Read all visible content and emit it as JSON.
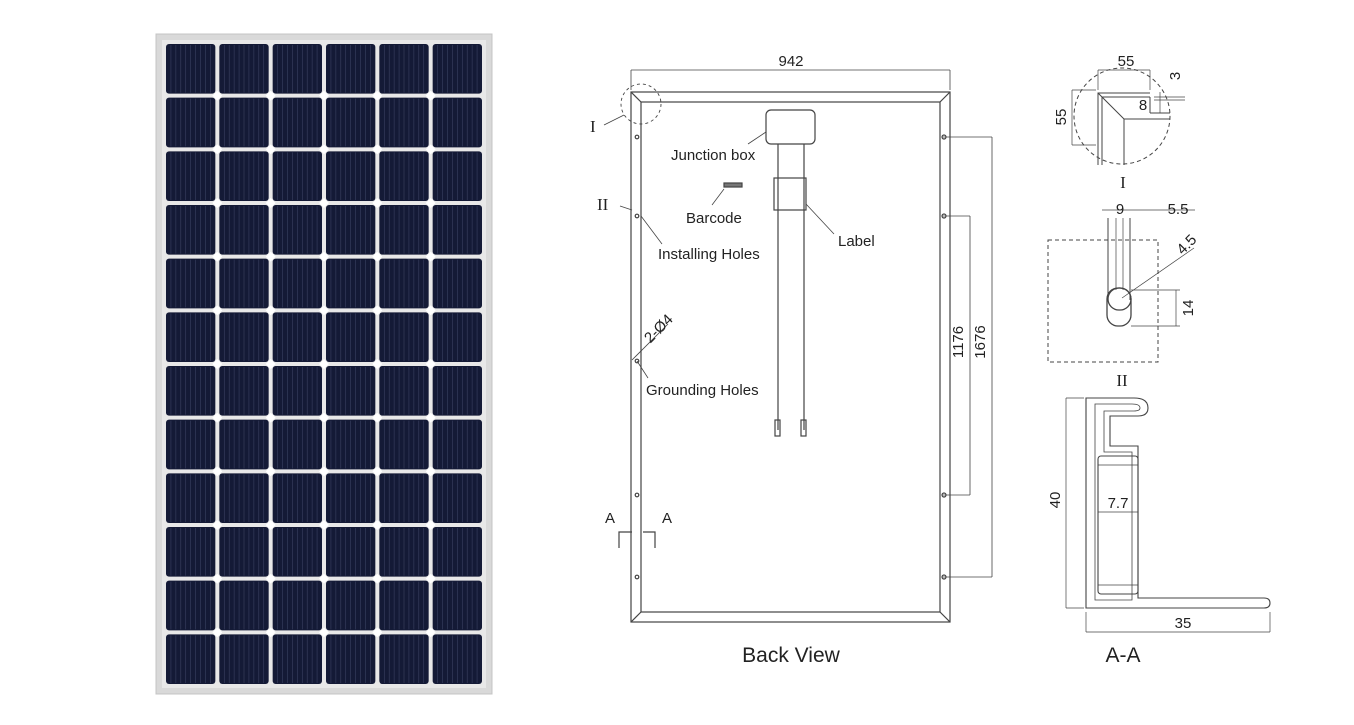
{
  "panel": {
    "cell_columns": 6,
    "cell_rows": 12,
    "frame_color": "#d3d3d3",
    "cell_color": "#141a36",
    "cell_line_color": "#3b4262"
  },
  "back_view": {
    "caption": "Back View",
    "width_dim": "942",
    "height_dim": "1676",
    "hole_spacing_dim": "1176",
    "grounding_dim": "2-Ø4",
    "labels": {
      "junction_box": "Junction box",
      "barcode": "Barcode",
      "installing_holes": "Installing Holes",
      "label": "Label",
      "grounding_holes": "Grounding Holes",
      "section_a_left": "A",
      "section_a_right": "A",
      "detail_i": "I",
      "detail_ii": "II"
    }
  },
  "detail_i": {
    "title": "I",
    "dim_top": "55",
    "dim_left": "55",
    "dim_small": "8",
    "dim_corner": "3"
  },
  "detail_ii": {
    "title": "II",
    "dim_width": "9",
    "dim_offset": "5.5",
    "dim_radius": "4.5",
    "dim_slot": "14"
  },
  "section_aa": {
    "title": "A-A",
    "dim_height": "40",
    "dim_inner": "7.7",
    "dim_flange": "35"
  }
}
